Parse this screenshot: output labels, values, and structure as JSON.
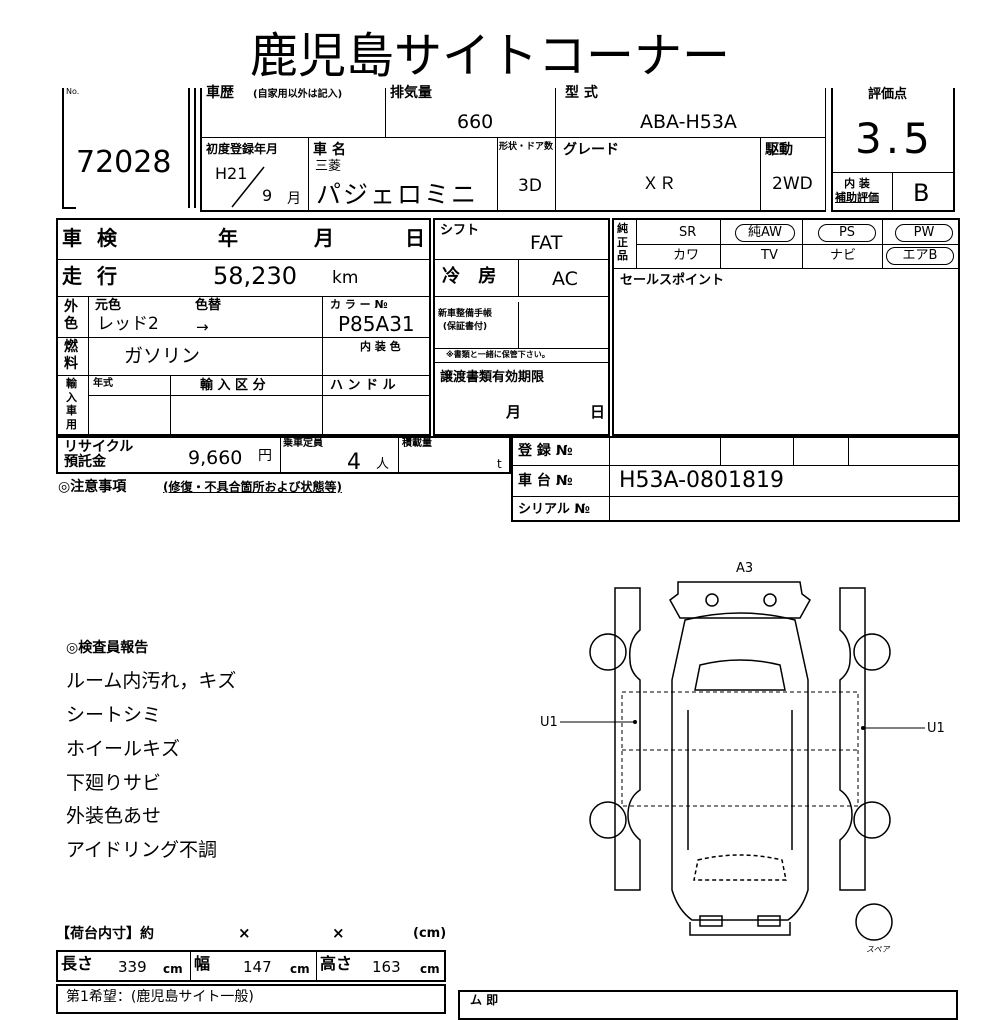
{
  "title": "鹿児島サイトコーナー",
  "lot": {
    "label": "No.",
    "number": "72028"
  },
  "rating": {
    "label": "評価点",
    "score": "3.5",
    "interior_label": "内 装\n補助評価",
    "interior_grade": "B"
  },
  "history": {
    "label": "車歴",
    "note": "(自家用以外は記入)"
  },
  "displacement": {
    "label": "排気量",
    "value": "660"
  },
  "model": {
    "label": "型 式",
    "value": "ABA-H53A"
  },
  "first_reg": {
    "label": "初度登録年月",
    "era_year": "H21",
    "month": "9",
    "month_unit": "月"
  },
  "car_name": {
    "label": "車 名",
    "maker": "三菱",
    "name": "パジェロミニ"
  },
  "shape": {
    "label": "形状・ドア数",
    "value": "3D"
  },
  "grade": {
    "label": "グレード",
    "value": "ＸＲ"
  },
  "drive": {
    "label": "駆動",
    "value": "2WD"
  },
  "inspection": {
    "label": "車 検",
    "year": "年",
    "month": "月",
    "day": "日"
  },
  "shift": {
    "label": "シフト",
    "value": "FAT"
  },
  "equipment": {
    "label": "純\n正\n品",
    "items": [
      {
        "label": "SR",
        "circled": false
      },
      {
        "label": "純AW",
        "circled": true
      },
      {
        "label": "PS",
        "circled": true
      },
      {
        "label": "PW",
        "circled": true
      },
      {
        "label": "カワ",
        "circled": false
      },
      {
        "label": "TV",
        "circled": false
      },
      {
        "label": "ナビ",
        "circled": false
      },
      {
        "label": "エアB",
        "circled": true
      }
    ]
  },
  "mileage": {
    "label": "走 行",
    "value": "58,230",
    "unit": "km"
  },
  "ac": {
    "label": "冷 房",
    "value": "AC"
  },
  "sales_point": {
    "label": "セールスポイント"
  },
  "color": {
    "label": "外\n色",
    "original_label": "元色",
    "changed_label": "色替",
    "original": "レッド2",
    "arrow": "→",
    "code_label": "カ ラ ー №",
    "code": "P85A31"
  },
  "maintenance": {
    "label": "新車整備手帳\n(保証書付)",
    "note": "※書類と一緒に保管下さい。"
  },
  "fuel": {
    "label": "燃\n料",
    "value": "ガソリン",
    "interior_color_label": "内 装 色"
  },
  "import": {
    "label": "輸\n入\n車\n用",
    "year_label": "年式",
    "class_label": "輸 入 区 分",
    "handle_label": "ハ ン ド ル"
  },
  "transfer": {
    "label": "譲渡書類有効期限",
    "month": "月",
    "day": "日"
  },
  "recycle": {
    "label": "リサイクル\n預託金",
    "value": "9,660",
    "unit": "円"
  },
  "capacity": {
    "label": "乗車定員",
    "value": "4",
    "unit": "人"
  },
  "load": {
    "label": "積載量",
    "unit": "t"
  },
  "registration": {
    "label": "登 録 №"
  },
  "chassis": {
    "label": "車 台 №",
    "value": "H53A-0801819"
  },
  "serial": {
    "label": "シリアル №"
  },
  "caution": {
    "label": "◎注意事項",
    "note": "(修復・不具合箇所および状態等)"
  },
  "diagram": {
    "top_mark": "A3",
    "left_mark": "U1",
    "right_mark": "U1",
    "spare_label": "スペア"
  },
  "inspector_report": {
    "label": "◎検査員報告",
    "lines": [
      "ルーム内汚れ，キズ",
      "シートシミ",
      "ホイールキズ",
      "下廻りサビ",
      "外装色あせ",
      "アイドリング不調"
    ]
  },
  "cargo": {
    "label": "【荷台内寸】約",
    "x1": "×",
    "x2": "×",
    "unit_label": "(cm)",
    "length_label": "長さ",
    "length": "339",
    "width_label": "幅",
    "width": "147",
    "height_label": "高さ",
    "height": "163",
    "cm": "cm"
  },
  "bottom_note": "第1希望：(鹿児島サイト一般)",
  "bottom_right_label": "ム 即"
}
